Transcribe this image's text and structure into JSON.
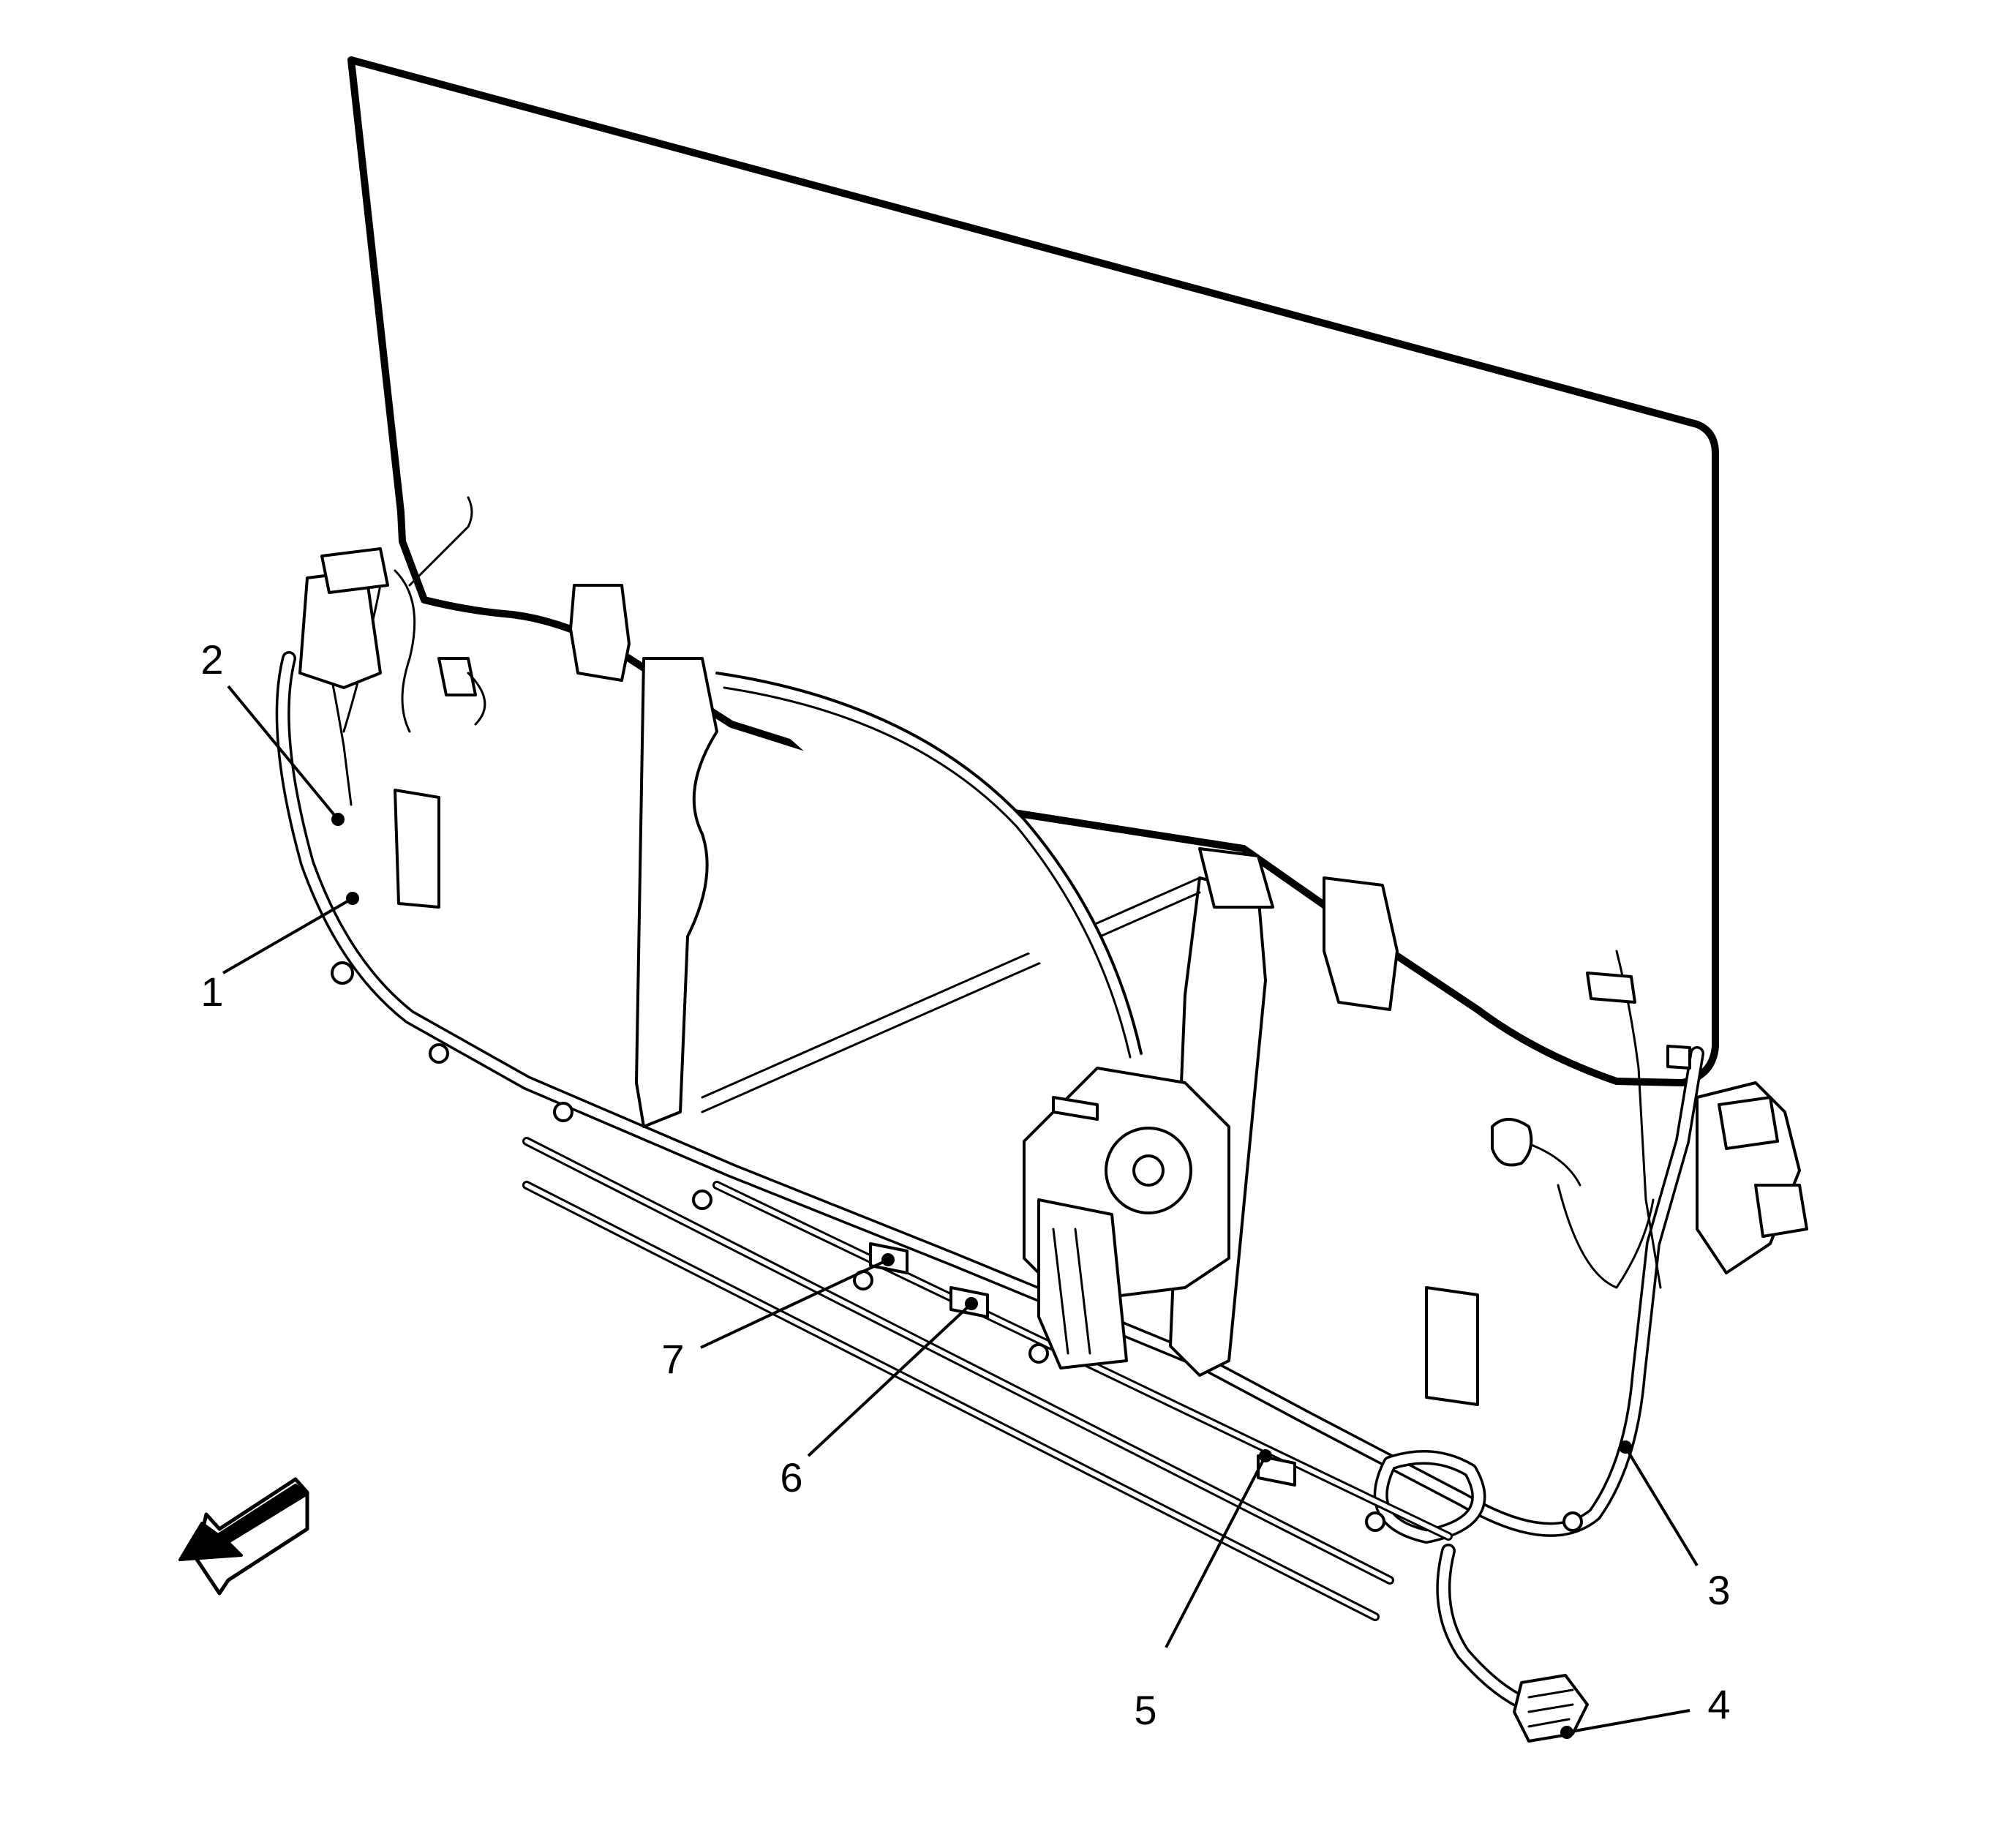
{
  "callouts": [
    {
      "id": "1",
      "label": "1"
    },
    {
      "id": "2",
      "label": "2"
    },
    {
      "id": "3",
      "label": "3"
    },
    {
      "id": "4",
      "label": "4"
    },
    {
      "id": "5",
      "label": "5"
    },
    {
      "id": "6",
      "label": "6"
    },
    {
      "id": "7",
      "label": "7"
    }
  ],
  "icons": {
    "direction_arrow": "front-direction-arrow-icon"
  }
}
